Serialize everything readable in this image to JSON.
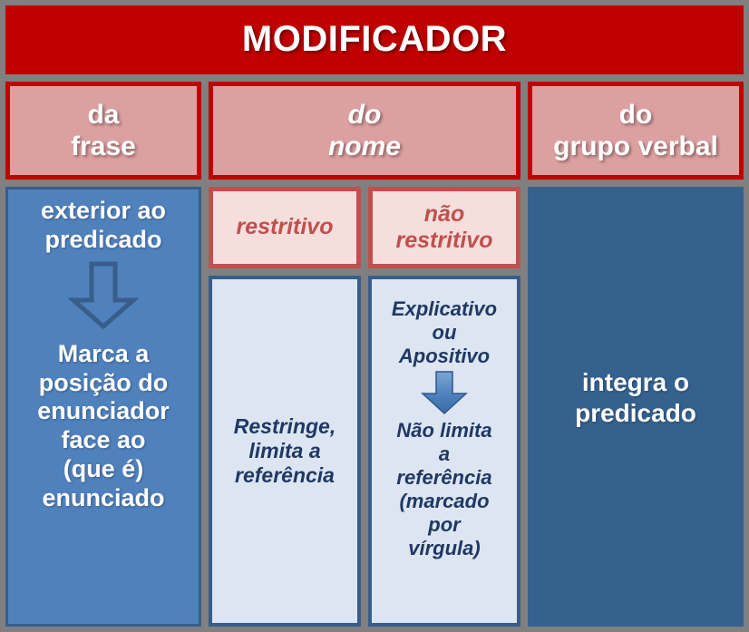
{
  "header": {
    "title": "MODIFICADOR",
    "color": "#C00000"
  },
  "categories": [
    {
      "line1": "da",
      "line2": "frase",
      "name": "da-frase"
    },
    {
      "line1": "do",
      "line2": "nome",
      "name": "do-nome"
    },
    {
      "line1": "do",
      "line2": "grupo verbal",
      "name": "do-grupo-verbal"
    }
  ],
  "subtypes": [
    {
      "line1": "restritivo",
      "line2": "",
      "name": "restritivo"
    },
    {
      "line1": "não",
      "line2": "restritivo",
      "name": "nao-restritivo"
    }
  ],
  "columns": {
    "frase": {
      "lead_line1": "exterior ao",
      "lead_line2": "predicado",
      "arrow": "down-arrow-outline-icon",
      "body_line1": "Marca a",
      "body_line2": "posição do",
      "body_line3": "enunciador",
      "body_line4": "face ao",
      "body_line5": "(que é)",
      "body_line6": "enunciado"
    },
    "restringe": {
      "line1": "Restringe,",
      "line2": "limita a",
      "line3": "referência"
    },
    "explicativo": {
      "line1": "Explicativo",
      "line2": "ou",
      "line3": "Apositivo",
      "arrow": "down-arrow-solid-icon",
      "line4": "Não limita",
      "line5": "a",
      "line6": "referência",
      "line7": "(marcado",
      "line8": "por",
      "line9": "vírgula)"
    },
    "predicado": {
      "line1": "integra o",
      "line2": "predicado"
    }
  },
  "palette": {
    "background": "#808080",
    "header_red": "#C00000",
    "pink_fill": "#DDA0A0",
    "pink_light_fill": "#F5DEDC",
    "pink_light_border": "#C0504D",
    "blue_light": "#4F81BD",
    "blue_dark": "#35618F",
    "blue_pale": "#DCE5F1",
    "navy_text": "#1F3864"
  }
}
